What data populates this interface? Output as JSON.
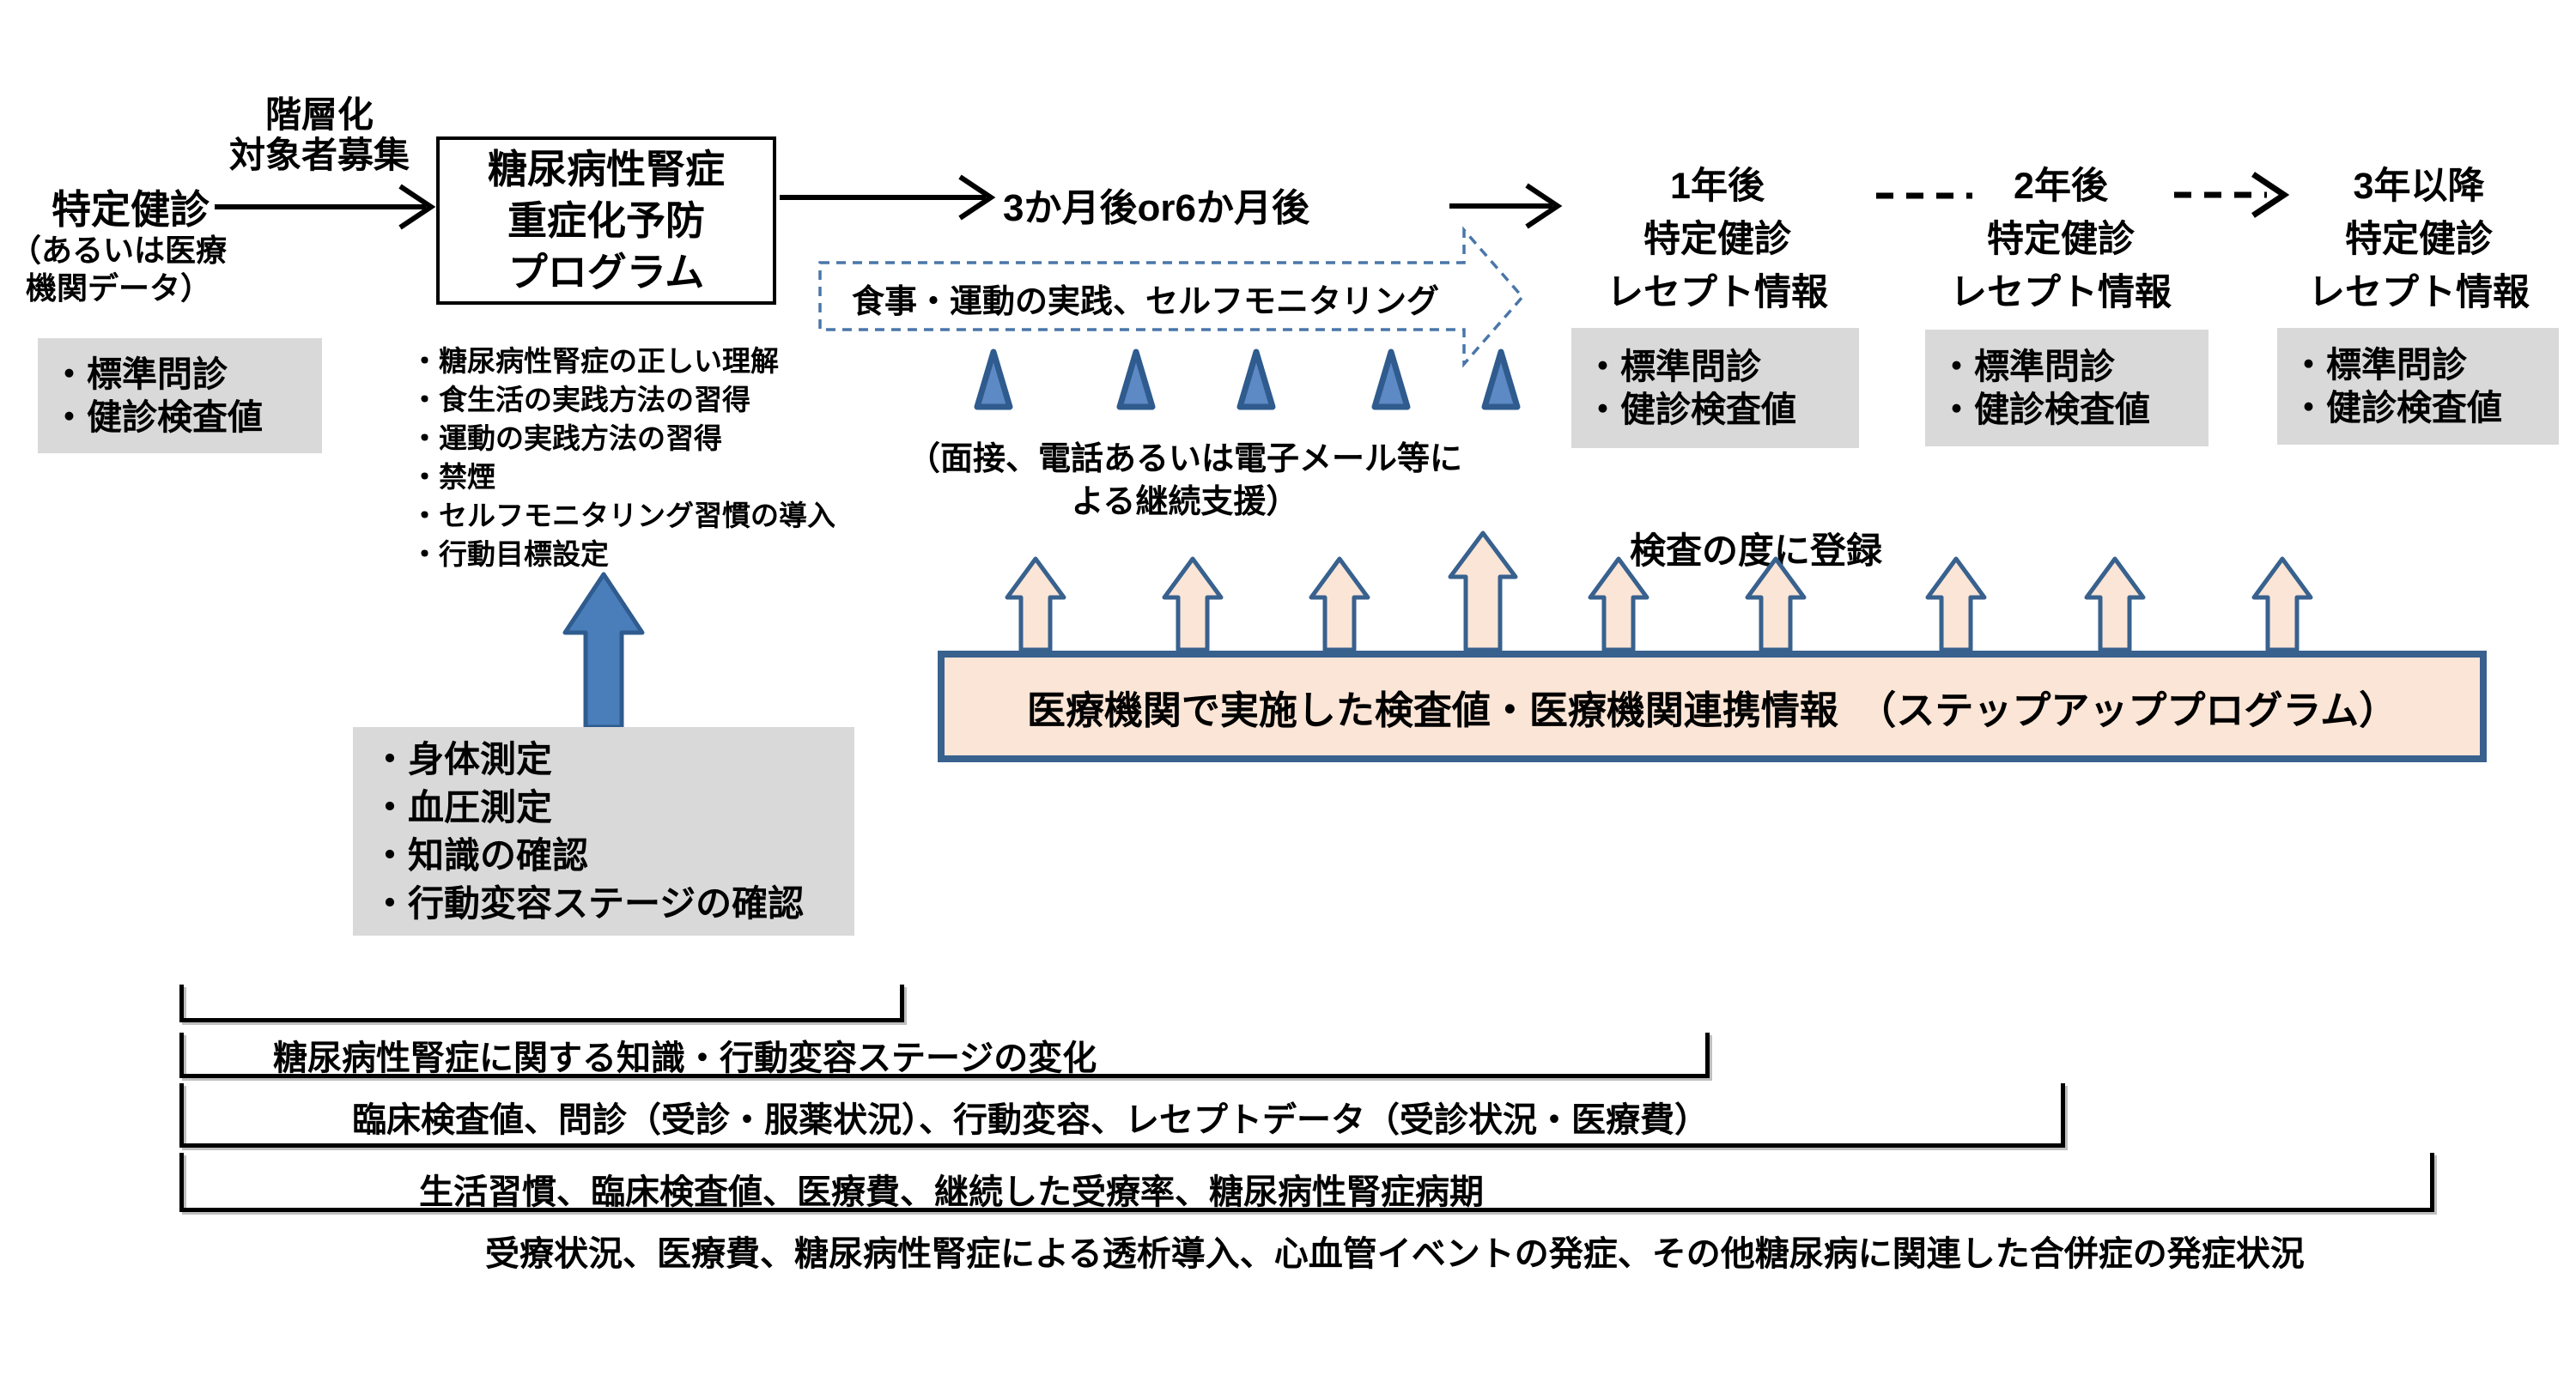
{
  "colors": {
    "blue_fill": "#4a7ebb",
    "blue_border": "#2f5b8e",
    "cream_fill": "#fbe5d6",
    "cream_border": "#38618e",
    "gray_box": "#d9d9d9",
    "dashed_arrow_blue": "#4a76a8",
    "line_black": "#000000"
  },
  "stage_start": {
    "label": "特定健診",
    "sub_line1": "（あるいは医療",
    "sub_line2": "機関データ）",
    "screening_items": [
      "・標準問診",
      "・健診検査値"
    ]
  },
  "stratification": {
    "line1": "階層化",
    "line2": "対象者募集"
  },
  "program": {
    "title_line1": "糖尿病性腎症",
    "title_line2": "重症化予防",
    "title_line3": "プログラム",
    "topics": [
      "・糖尿病性腎症の正しい理解",
      "・食生活の実践方法の習得",
      "・運動の実践方法の習得",
      "・禁煙",
      "・セルフモニタリング習慣の導入",
      "・行動目標設定"
    ]
  },
  "interval": {
    "label": "3か月後or6か月後"
  },
  "practice": {
    "arrow_label": "食事・運動の実践、セルフモニタリング",
    "note_line1": "（面接、電話あるいは電子メール等に",
    "note_line2": "よる継続支援）"
  },
  "years": [
    {
      "line1": "1年後",
      "line2": "特定健診",
      "line3": "レセプト情報",
      "items": [
        "・標準問診",
        "・健診検査値"
      ]
    },
    {
      "line1": "2年後",
      "line2": "特定健診",
      "line3": "レセプト情報",
      "items": [
        "・標準問診",
        "・健診検査値"
      ]
    },
    {
      "line1": "3年以降",
      "line2": "特定健診",
      "line3": "レセプト情報",
      "items": [
        "・標準問診",
        "・健診検査値"
      ]
    }
  ],
  "registration": {
    "label": "検査の度に登録",
    "box_label": "医療機関で実施した検査値・医療機関連携情報　（ステップアッププログラム）"
  },
  "assessment": {
    "items": [
      "・身体測定",
      "・血圧測定",
      "・知識の確認",
      "・行動変容ステージの確認"
    ]
  },
  "outcomes": [
    "糖尿病性腎症に関する知識・行動変容ステージの変化",
    "臨床検査値、問診（受診・服薬状況）、行動変容、レセプトデータ（受診状況・医療費）",
    "生活習慣、臨床検査値、医療費、継続した受療率、糖尿病性腎症病期",
    "受療状況、医療費、糖尿病性腎症による透析導入、心血管イベントの発症、その他糖尿病に関連した合併症の発症状況"
  ]
}
